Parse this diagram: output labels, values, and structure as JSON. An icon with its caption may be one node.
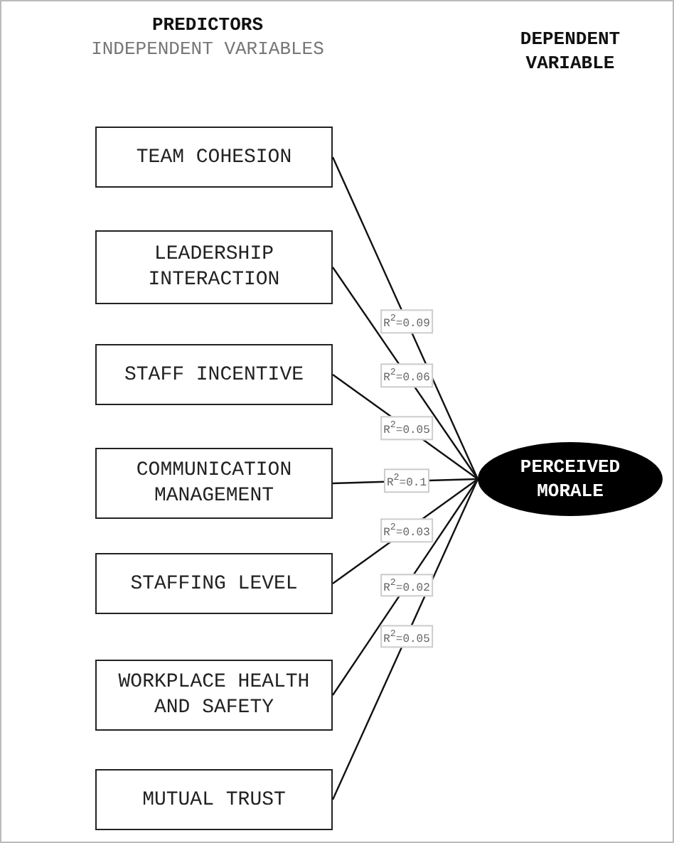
{
  "diagram": {
    "nodes": [
      {
        "text": [
          "TEAM COHESION"
        ]
      },
      {
        "text": [
          "LEADERSHIP INTERACTION"
        ]
      },
      {
        "text": [
          "STAFF INCENTIVE"
        ]
      },
      {
        "text": [
          "COMMUNICATION MANAGEMENT"
        ]
      },
      {
        "text": [
          "STAFFING LEVEL"
        ]
      },
      {
        "text": [
          "WORKPLACE HEALTH AND SAFETY"
        ]
      },
      {
        "text": [
          "MUTUAL TRUST"
        ]
      },
      {
        "text": [
          "PERCEIVED MORALE"
        ]
      }
    ],
    "edges": [
      {
        "from": 0,
        "to": 7,
        "arrow": "none",
        "label": "R$^{2}$=0.09"
      },
      {
        "from": 1,
        "to": 7,
        "arrow": "none",
        "label": "R$^{2}$=0.06"
      },
      {
        "from": 2,
        "to": 7,
        "arrow": "none",
        "label": "R$^{2}$=0.05"
      },
      {
        "from": 3,
        "to": 7,
        "arrow": "none",
        "label": "R$^{2}$=0.1"
      },
      {
        "from": 4,
        "to": 7,
        "arrow": "none",
        "label": "R$^{2}$=0.03"
      },
      {
        "from": 5,
        "to": 7,
        "arrow": "none",
        "label": "R$^{2}$=0.02"
      },
      {
        "from": 6,
        "to": 7,
        "arrow": "none",
        "label": "R$^{2}$=0.05"
      }
    ],
    "labels": [
      "PREDICTORS",
      "INDEPENDENT VARIABLES",
      "DEPENDENT VARIABLE"
    ]
  }
}
